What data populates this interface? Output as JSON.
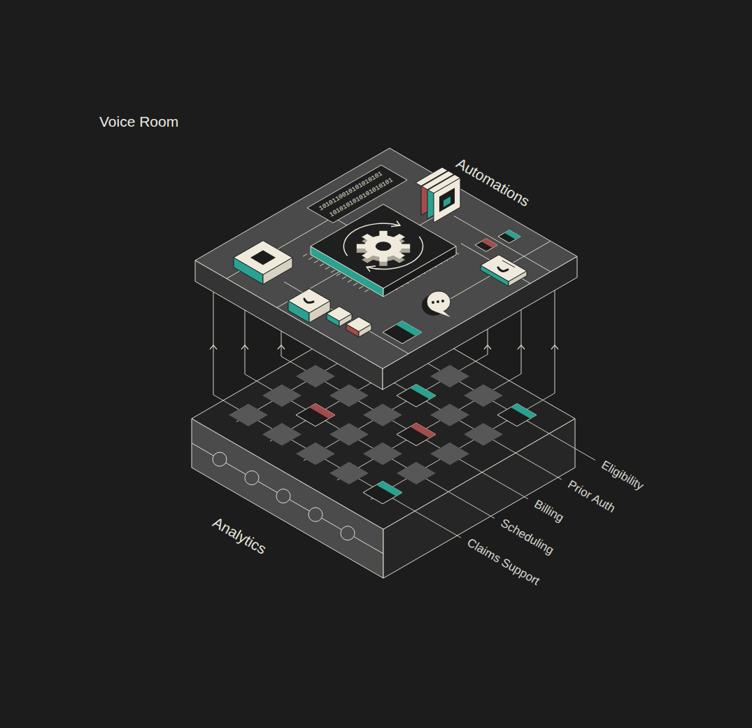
{
  "diagram": {
    "title": "Voice Room",
    "nodes": [
      {
        "text": [
          "Automations"
        ]
      },
      {
        "text": [
          "Analytics"
        ]
      }
    ],
    "edges": [
      {
        "from": 1,
        "to": 0,
        "arrow": "to"
      },
      {
        "from": 1,
        "to": 0,
        "arrow": "to"
      },
      {
        "from": 1,
        "to": 0,
        "arrow": "to"
      },
      {
        "from": 1,
        "to": 0,
        "arrow": "to"
      },
      {
        "from": 1,
        "to": 0,
        "arrow": "to"
      },
      {
        "from": 1,
        "to": 0,
        "arrow": "to"
      }
    ],
    "labels": [
      "1010110010101010101",
      "1010101010101010101",
      "Eligibility",
      "Prior Auth",
      "Billing",
      "Scheduling",
      "Claims Support"
    ]
  }
}
